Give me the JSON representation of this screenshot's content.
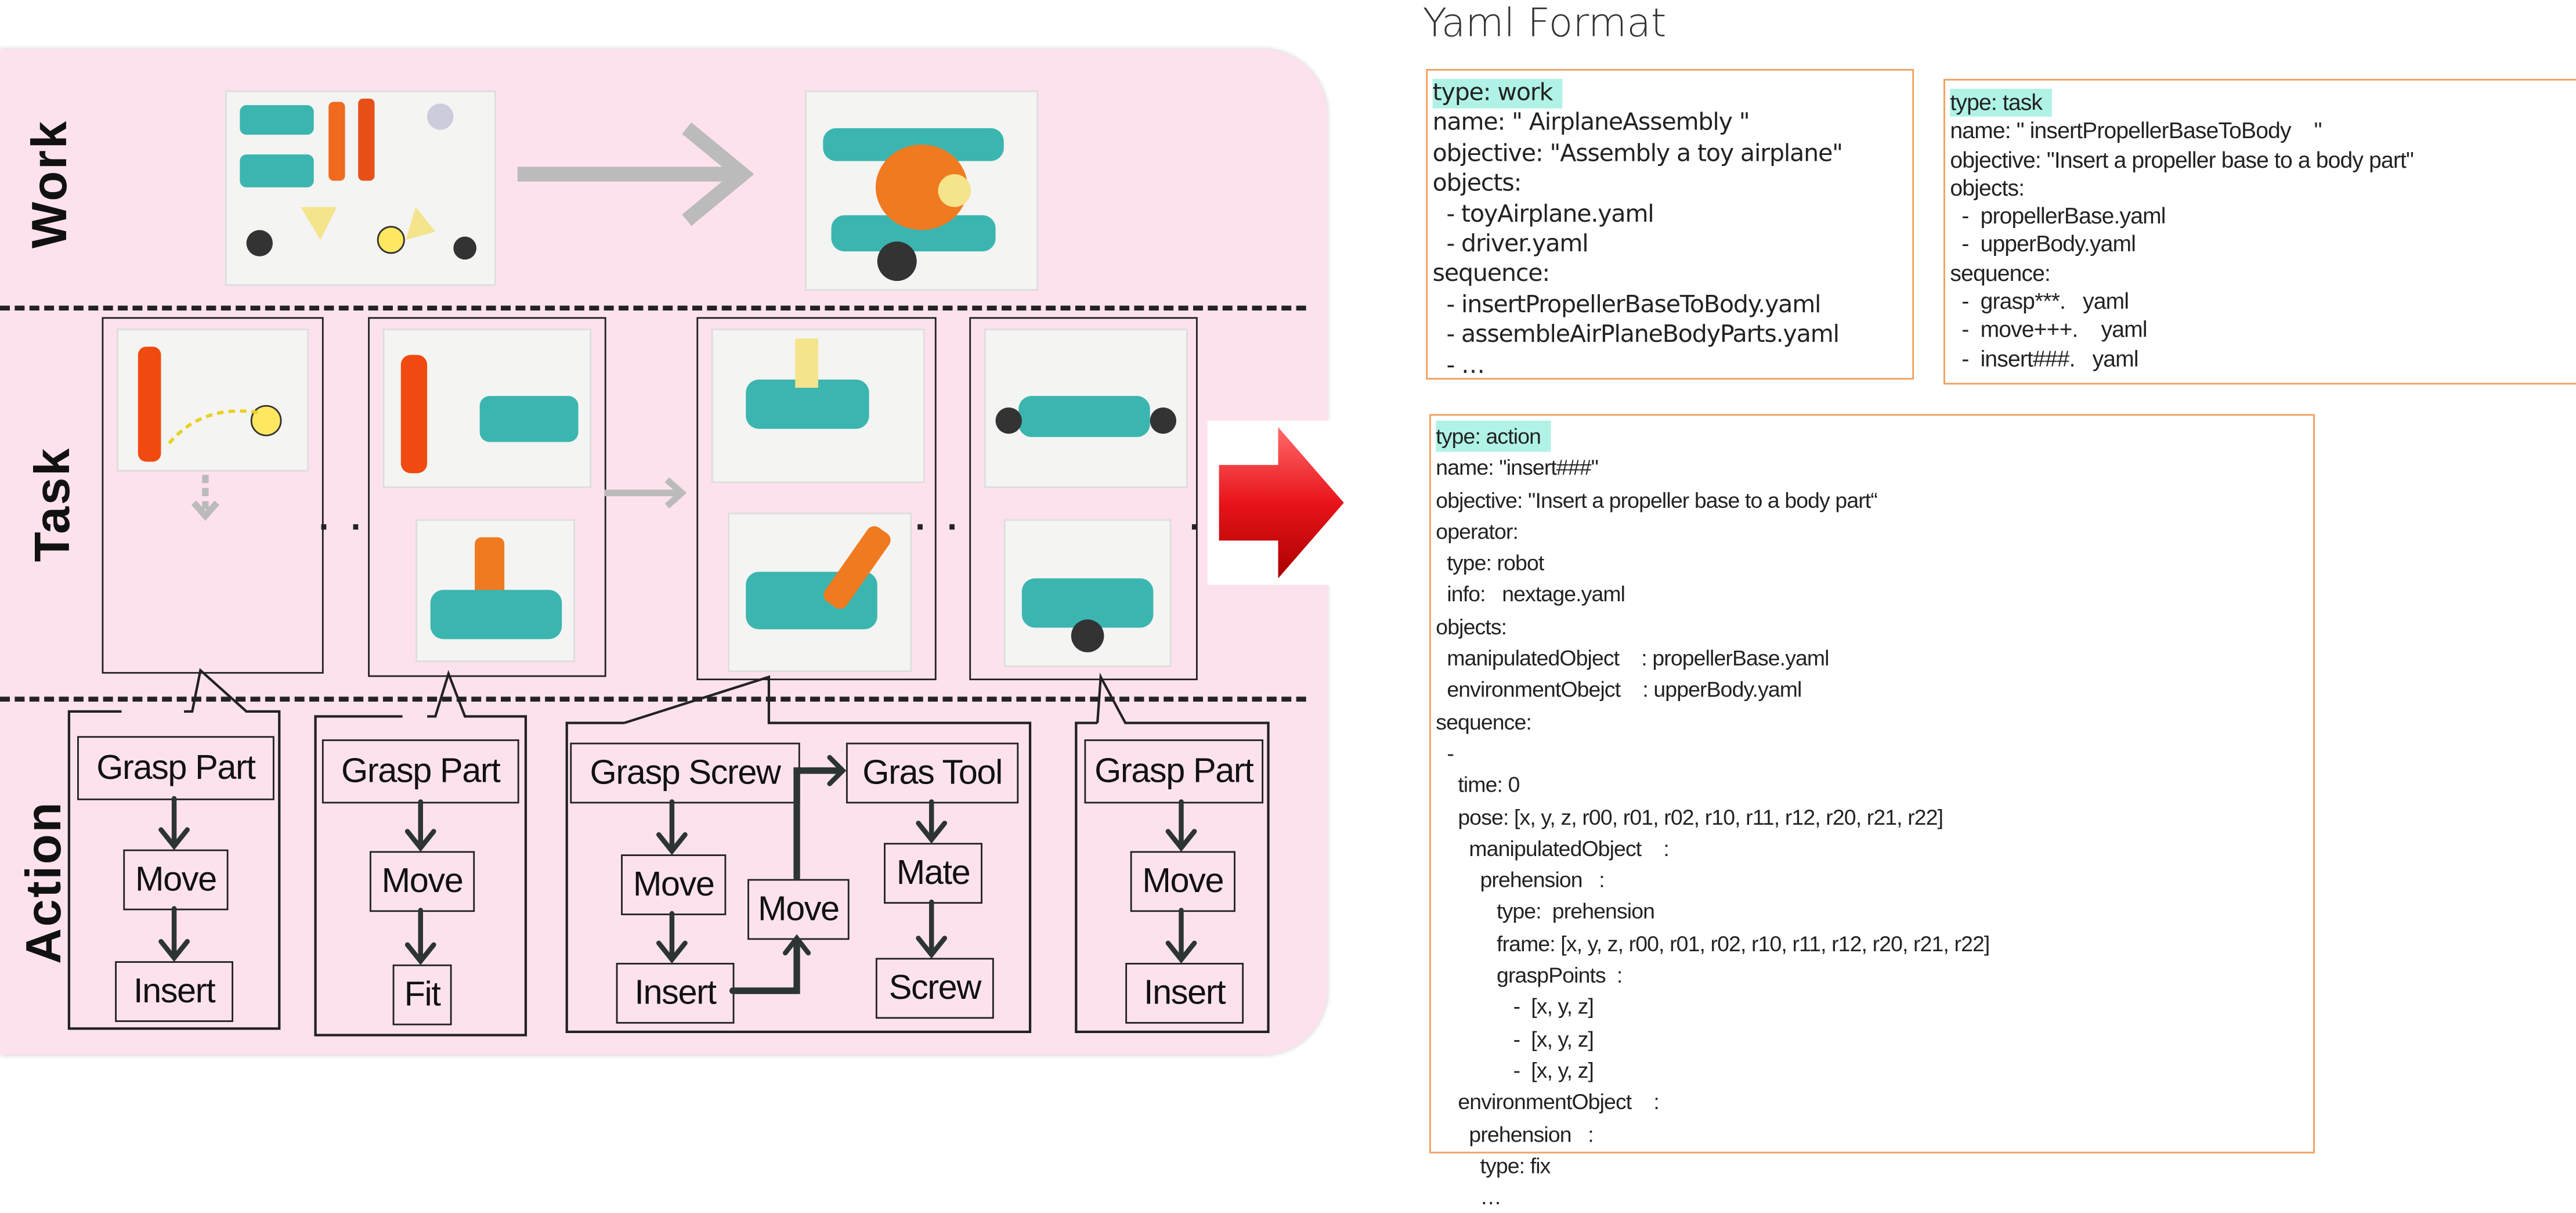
{
  "row_labels": {
    "work": "Work",
    "task": "Task",
    "action": "Action"
  },
  "colors": {
    "panel": "#fde2ee",
    "yaml_border": "#f0a060",
    "type_highlight": "#b0f3e6",
    "big_arrow": "#e8141b"
  },
  "task_separator": "· · ·",
  "actions": [
    {
      "nodes": [
        "Grasp Part",
        "Move",
        "Insert"
      ]
    },
    {
      "nodes": [
        "Grasp Part",
        "Move",
        "Fit"
      ]
    },
    {
      "nodes": [
        "Grasp Screw",
        "Move",
        "Insert",
        "Move",
        "Gras Tool",
        "Mate",
        "Screw"
      ]
    },
    {
      "nodes": [
        "Grasp Part",
        "Move",
        "Insert"
      ]
    }
  ],
  "yaml": {
    "title": "Yaml Format",
    "work": [
      "type: work",
      "name: \" AirplaneAssembly \"",
      "objective: \"Assembly a toy airplane\"",
      "objects:",
      "  - toyAirplane.yaml",
      "  - driver.yaml",
      "sequence:",
      "  - insertPropellerBaseToBody.yaml",
      "  - assembleAirPlaneBodyParts.yaml",
      "  - …"
    ],
    "task": [
      "type: task",
      "name: \" insertPropellerBaseToBody    \"",
      "objective: \"Insert a propeller base to a body part\"",
      "objects:",
      "  -  propellerBase.yaml",
      "  -  upperBody.yaml",
      "sequence:",
      "  -  grasp***.   yaml",
      "  -  move+++.    yaml",
      "  -  insert###.   yaml"
    ],
    "action": [
      "type: action",
      "name: \"insert###\"",
      "objective: \"Insert a propeller base to a body part“",
      "operator:",
      "  type: robot",
      "  info:   nextage.yaml",
      "objects:",
      "  manipulatedObject    : propellerBase.yaml",
      "  environmentObejct    : upperBody.yaml",
      "sequence:",
      "  -",
      "    time: 0",
      "    pose: [x, y, z, r00, r01, r02, r10, r11, r12, r20, r21, r22]",
      "      manipulatedObject    :",
      "        prehension   :",
      "           type:  prehension",
      "           frame: [x, y, z, r00, r01, r02, r10, r11, r12, r20, r21, r22]",
      "           graspPoints  :",
      "              -  [x, y, z]",
      "              -  [x, y, z]",
      "              -  [x, y, z]",
      "    environmentObject    :",
      "      prehension   :",
      "        type: fix",
      "        …"
    ]
  }
}
